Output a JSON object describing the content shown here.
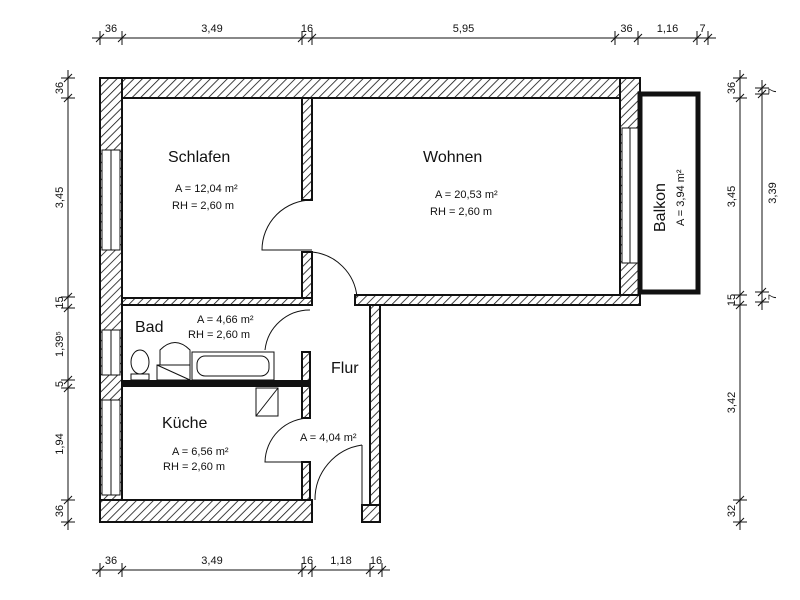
{
  "rooms": {
    "schlafen": {
      "name": "Schlafen",
      "area": "A = 12,04 m²",
      "height": "RH = 2,60 m"
    },
    "wohnen": {
      "name": "Wohnen",
      "area": "A = 20,53 m²",
      "height": "RH = 2,60 m"
    },
    "balkon": {
      "name": "Balkon",
      "area": "A = 3,94 m²"
    },
    "bad": {
      "name": "Bad",
      "area": "A = 4,66 m²",
      "height": "RH = 2,60 m"
    },
    "flur": {
      "name": "Flur",
      "area": "A = 4,04 m²"
    },
    "kueche": {
      "name": "Küche",
      "area": "A = 6,56 m²",
      "height": "RH = 2,60 m"
    }
  },
  "dimensions": {
    "top": [
      "36",
      "3,49",
      "16",
      "5,95",
      "36",
      "1,16",
      "7"
    ],
    "bottom": [
      "36",
      "3,49",
      "16",
      "1,18",
      "16"
    ],
    "left": [
      "36",
      "3,45",
      "15",
      "1,39⁵",
      "5",
      "1,94",
      "36"
    ],
    "right_outer": [
      "36",
      "3,45",
      "15",
      "3,42",
      "32"
    ],
    "right_inner": [
      "7",
      "3,39",
      "7"
    ]
  }
}
